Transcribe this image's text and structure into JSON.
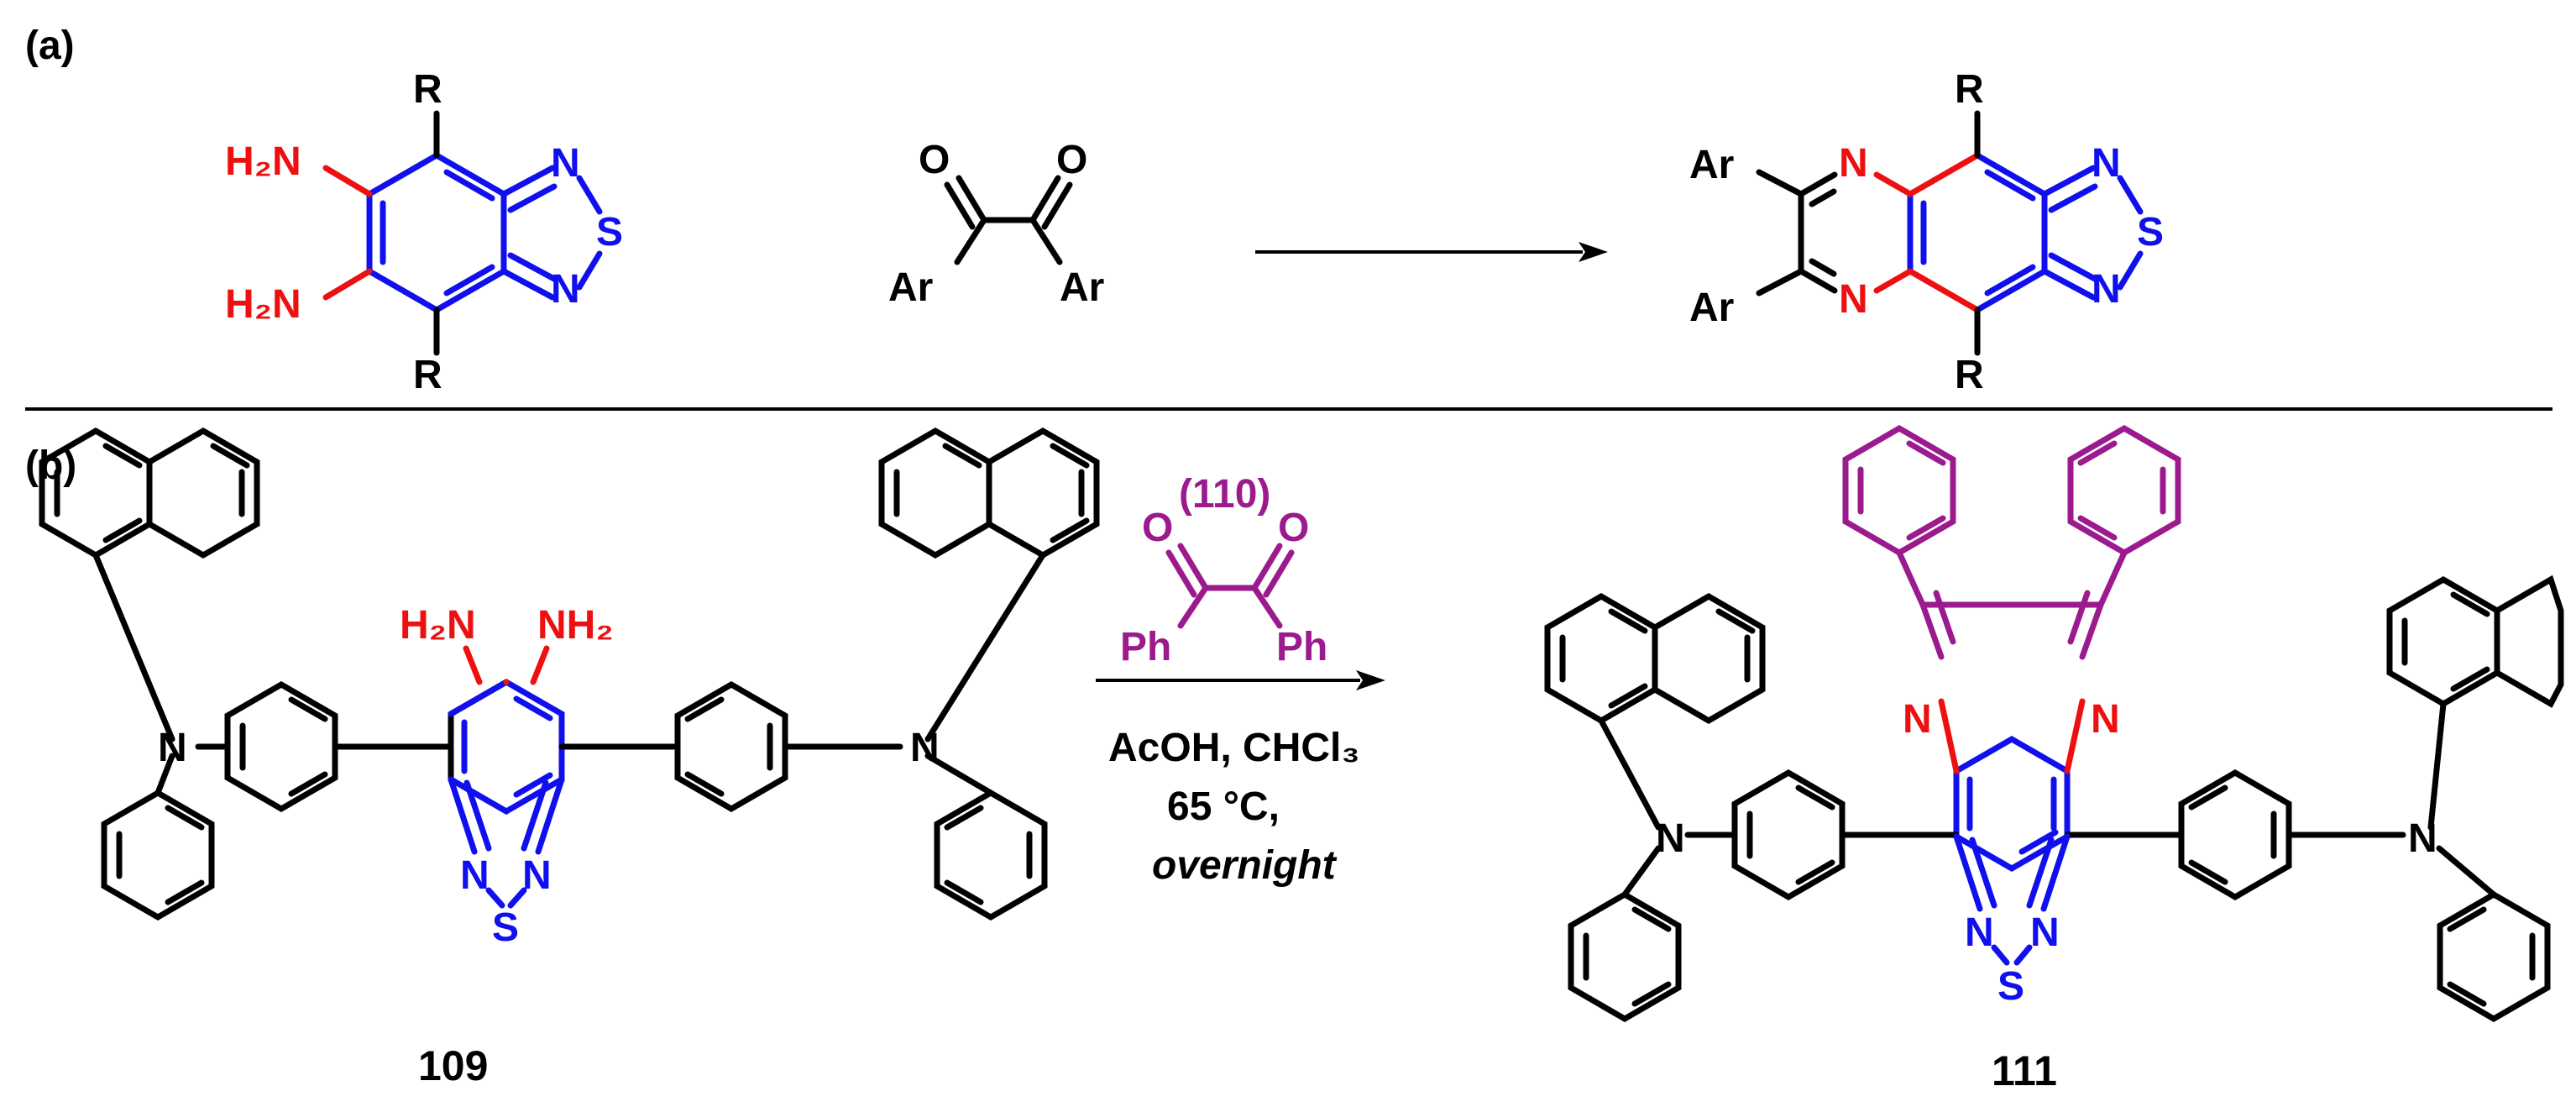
{
  "panels": {
    "a": {
      "label": "(a)",
      "reactant1": {
        "substituent_top": "R",
        "substituent_bottom": "R",
        "amine_top": "H₂N",
        "amine_bottom": "H₂N",
        "ring_n_top": "N",
        "ring_s": "S",
        "ring_n_bottom": "N"
      },
      "reactant2": {
        "oxygen_left": "O",
        "oxygen_right": "O",
        "aryl_left": "Ar",
        "aryl_right": "Ar"
      },
      "product": {
        "aryl_top": "Ar",
        "aryl_bottom": "Ar",
        "n_top": "N",
        "n_bottom": "N",
        "substituent_top": "R",
        "substituent_bottom": "R",
        "ring_n_top": "N",
        "ring_s": "S",
        "ring_n_bottom": "N"
      }
    },
    "b": {
      "label": "(b)",
      "reagent": {
        "number": "(110)",
        "oxygen_left": "O",
        "oxygen_right": "O",
        "phenyl_left": "Ph",
        "phenyl_right": "Ph"
      },
      "conditions": {
        "line1": "AcOH, CHCl₃",
        "line2": "65 °C,",
        "line3": "overnight"
      },
      "compound_109": {
        "label": "109",
        "amine_left": "H₂N",
        "amine_right": "NH₂",
        "n_left": "N",
        "n_right": "N",
        "ring_n_left": "N",
        "ring_s": "S",
        "ring_n_right": "N"
      },
      "compound_111": {
        "label": "111",
        "n_left": "N",
        "n_right": "N",
        "pyrazine_n_left": "N",
        "pyrazine_n_right": "N",
        "ring_n_left": "N",
        "ring_s": "S",
        "ring_n_right": "N"
      }
    }
  },
  "colors": {
    "bond": "#000000",
    "core": "#1010ee",
    "amine": "#ee1010",
    "reagent": "#9b1b8e"
  }
}
